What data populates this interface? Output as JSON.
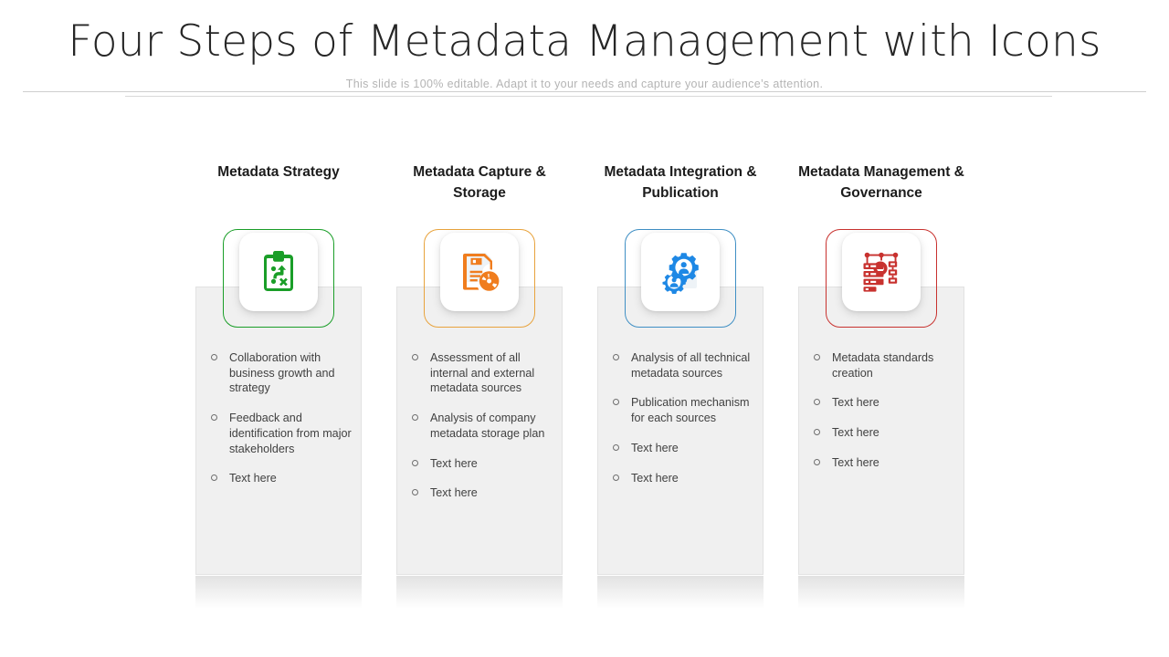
{
  "header": {
    "title": "Four Steps of Metadata Management with Icons",
    "subtitle": "This slide is 100% editable. Adapt it to your needs and capture your audience’s attention."
  },
  "colors": {
    "green": "#1a9e28",
    "orange": "#f07d1e",
    "blue": "#1e88e5",
    "red": "#c8322f",
    "panel_fill": "#f0f0f0",
    "title_text": "#262626",
    "body_text": "#414141",
    "subtitle_text": "#b4b4b4"
  },
  "columns": [
    {
      "heading": "Metadata Strategy",
      "icon": "clipboard-strategy-icon",
      "accent": "#1a9e28",
      "bullets": [
        "Collaboration with business growth and strategy",
        "Feedback and identification from major stakeholders",
        "Text here"
      ]
    },
    {
      "heading": "Metadata Capture & Storage",
      "icon": "floppy-disc-storage-icon",
      "accent": "#f07d1e",
      "bullets": [
        "Assessment of all internal and external metadata sources",
        "Analysis of company metadata storage plan",
        "Text here",
        "Text here"
      ]
    },
    {
      "heading": "Metadata Integration & Publication",
      "icon": "gears-people-icon",
      "accent": "#1e88e5",
      "bullets": [
        "Analysis of all technical metadata sources",
        "Publication mechanism for each sources",
        "Text here",
        "Text here"
      ]
    },
    {
      "heading": "Metadata Management & Governance",
      "icon": "database-network-gear-icon",
      "accent": "#c8322f",
      "bullets": [
        "Metadata standards creation",
        "Text here",
        "Text here",
        "Text here"
      ]
    }
  ]
}
